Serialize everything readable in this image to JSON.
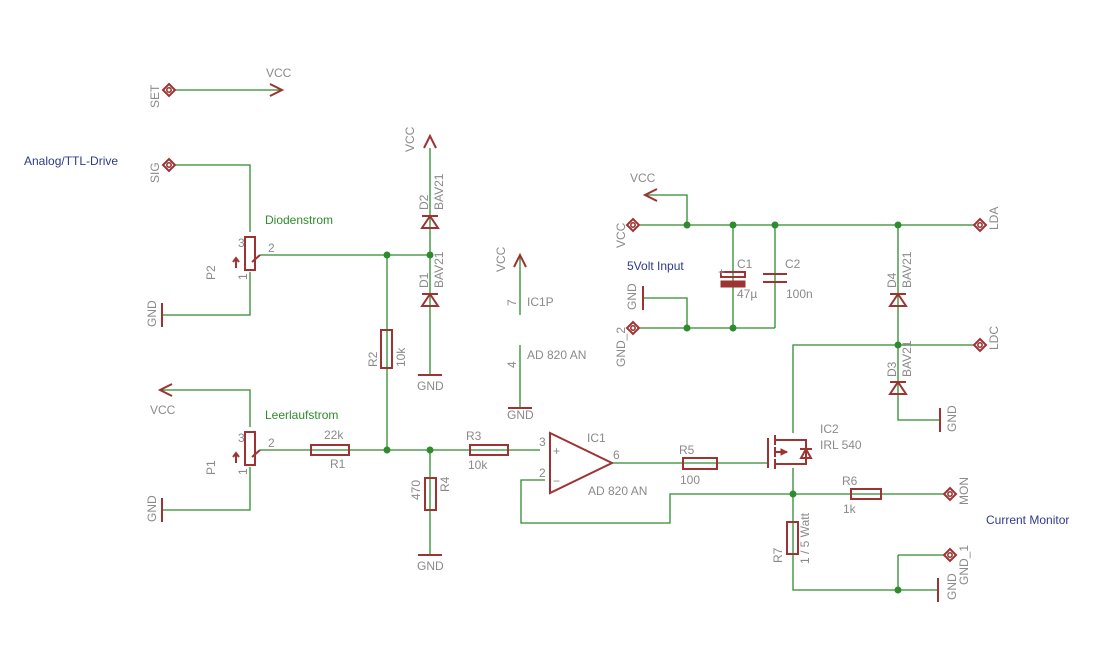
{
  "notes": {
    "analog_ttl": "Analog/TTL-Drive",
    "diodenstrom": "Diodenstrom",
    "leerlaufstrom": "Leerlaufstrom",
    "volt_input": "5Volt Input",
    "current_monitor": "Current Monitor"
  },
  "nets": {
    "vcc": "VCC",
    "gnd": "GND",
    "set": "SET",
    "sig": "SIG",
    "gnd_2": "GND_2",
    "gnd_1": "GND_1",
    "lda": "LDA",
    "ldc": "LDC",
    "mon": "MON"
  },
  "parts": {
    "p1": {
      "name": "P1",
      "pin1": "1",
      "pin2": "2",
      "pin3": "3"
    },
    "p2": {
      "name": "P2",
      "pin1": "1",
      "pin2": "2",
      "pin3": "3"
    },
    "r1": {
      "name": "R1",
      "value": "22k"
    },
    "r2": {
      "name": "R2",
      "value": "10k"
    },
    "r3": {
      "name": "R3",
      "value": "10k"
    },
    "r4": {
      "name": "R4",
      "value": "470"
    },
    "r5": {
      "name": "R5",
      "value": "100"
    },
    "r6": {
      "name": "R6",
      "value": "1k"
    },
    "r7": {
      "name": "R7",
      "value": "1 / 5 Watt"
    },
    "d1": {
      "name": "D1",
      "value": "BAV21"
    },
    "d2": {
      "name": "D2",
      "value": "BAV21"
    },
    "d3": {
      "name": "D3",
      "value": "BAV21"
    },
    "d4": {
      "name": "D4",
      "value": "BAV21"
    },
    "c1": {
      "name": "C1",
      "value": "47µ"
    },
    "c2": {
      "name": "C2",
      "value": "100n"
    },
    "ic1": {
      "name": "IC1",
      "value": "AD 820 AN",
      "pin_in_plus": "3",
      "pin_in_minus": "2",
      "pin_out": "6"
    },
    "ic1p": {
      "name": "IC1P",
      "value": "AD 820 AN",
      "pin_vcc": "7",
      "pin_gnd": "4"
    },
    "ic2": {
      "name": "IC2",
      "value": "IRL 540"
    }
  }
}
